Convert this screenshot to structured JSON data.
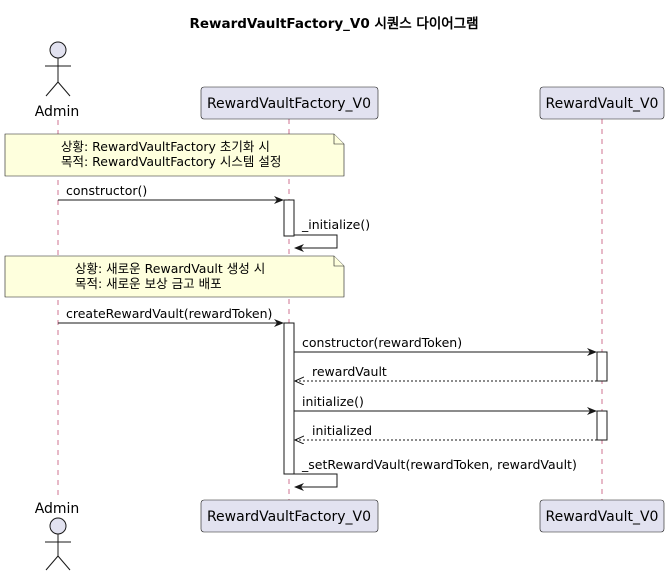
{
  "title": "RewardVaultFactory_V0 시퀀스 다이어그램",
  "participants": [
    {
      "id": "admin",
      "label": "Admin",
      "kind": "actor"
    },
    {
      "id": "factory",
      "label": "RewardVaultFactory_V0",
      "kind": "participant"
    },
    {
      "id": "vault",
      "label": "RewardVault_V0",
      "kind": "participant"
    }
  ],
  "notes": [
    {
      "lines": [
        "상황: RewardVaultFactory 초기화 시",
        "목적: RewardVaultFactory 시스템 설정"
      ]
    },
    {
      "lines": [
        "상황: 새로운 RewardVault 생성 시",
        "목적: 새로운 보상 금고 배포"
      ]
    }
  ],
  "messages": [
    {
      "label": "constructor()",
      "from": "admin",
      "to": "factory",
      "type": "call"
    },
    {
      "label": "_initialize()",
      "from": "factory",
      "to": "factory",
      "type": "self"
    },
    {
      "label": "createRewardVault(rewardToken)",
      "from": "admin",
      "to": "factory",
      "type": "call"
    },
    {
      "label": "constructor(rewardToken)",
      "from": "factory",
      "to": "vault",
      "type": "call"
    },
    {
      "label": "rewardVault",
      "from": "vault",
      "to": "factory",
      "type": "return"
    },
    {
      "label": "initialize()",
      "from": "factory",
      "to": "vault",
      "type": "call"
    },
    {
      "label": "initialized",
      "from": "vault",
      "to": "factory",
      "type": "return"
    },
    {
      "label": "_setRewardVault(rewardToken, rewardVault)",
      "from": "factory",
      "to": "factory",
      "type": "self"
    }
  ]
}
